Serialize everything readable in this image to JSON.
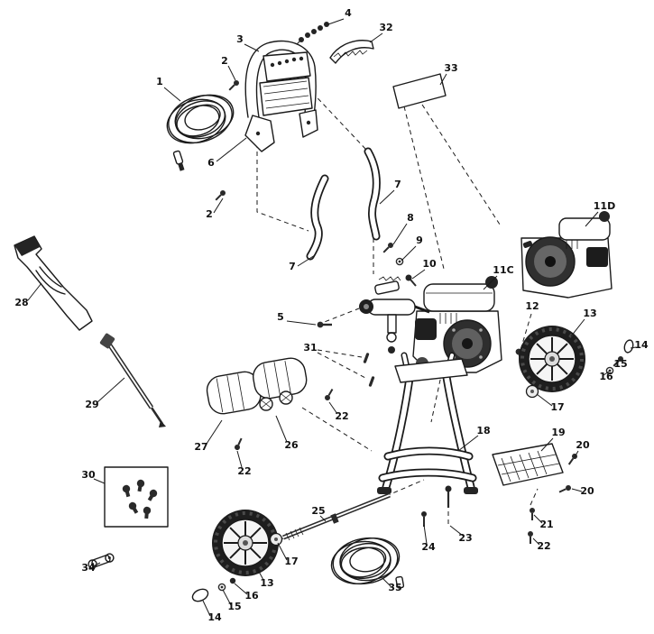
{
  "diagram": {
    "type": "exploded-parts-diagram",
    "subject": "pressure-washer",
    "background": "#ffffff",
    "line_color": "#1a1a1a",
    "dark_fill": "#242424",
    "mid_gray": "#5f5f5f",
    "light_gray": "#ededed"
  },
  "callouts": {
    "c4": "4",
    "c32": "32",
    "c3": "3",
    "c2a": "2",
    "c33": "33",
    "c1": "1",
    "c6": "6",
    "c7r": "7",
    "c2b": "2",
    "c8": "8",
    "c11d": "11D",
    "c9": "9",
    "c7l": "7",
    "c10": "10",
    "c11c": "11C",
    "c28": "28",
    "c12": "12",
    "c13r": "13",
    "c5": "5",
    "c14r": "14",
    "c15r": "15",
    "c16r": "16",
    "c31": "31",
    "c17r": "17",
    "c29": "29",
    "c22a": "22",
    "c18": "18",
    "c19": "19",
    "c20a": "20",
    "c27": "27",
    "c26": "26",
    "c22b": "22",
    "c30": "30",
    "c20b": "20",
    "c25": "25",
    "c21": "21",
    "c22c": "22",
    "c23": "23",
    "c24": "24",
    "c17b": "17",
    "c13b": "13",
    "c16b": "16",
    "c35": "35",
    "c15b": "15",
    "c34": "34",
    "c14b": "14"
  }
}
